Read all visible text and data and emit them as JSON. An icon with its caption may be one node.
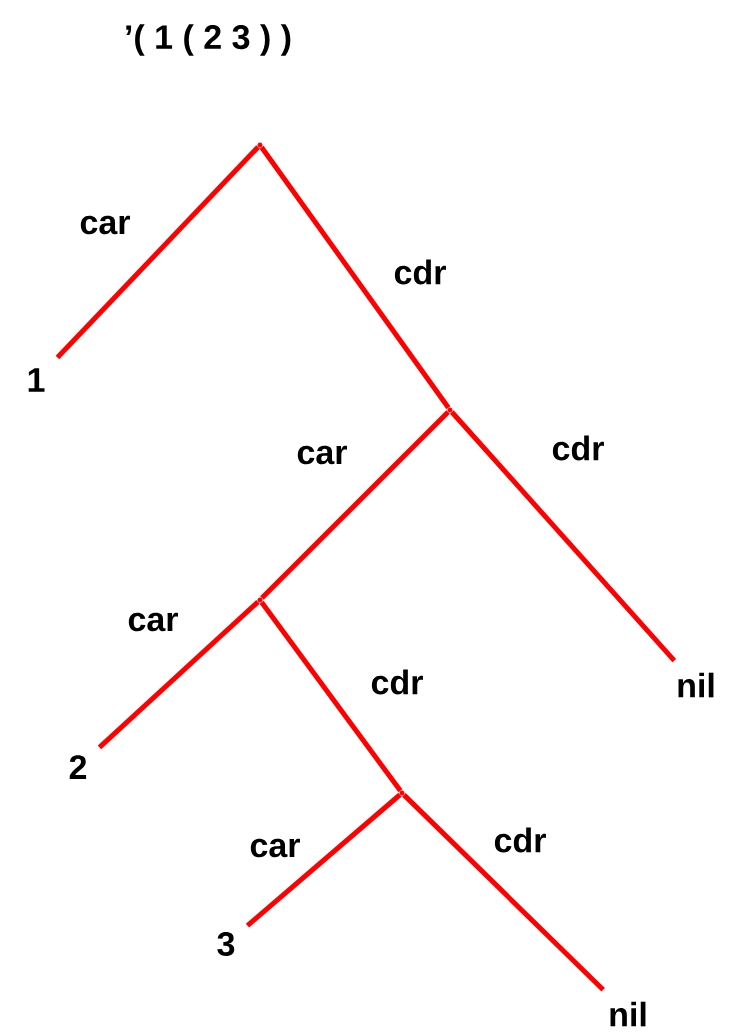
{
  "diagram": {
    "title": "’( 1 ( 2 3 ) )",
    "nodes": [
      {
        "text": [],
        "shape": "point"
      },
      {
        "text": [
          "1"
        ]
      },
      {
        "text": [],
        "shape": "point"
      },
      {
        "text": [],
        "shape": "point"
      },
      {
        "text": [
          "nil"
        ]
      },
      {
        "text": [
          "2"
        ]
      },
      {
        "text": [],
        "shape": "point"
      },
      {
        "text": [
          "3"
        ]
      },
      {
        "text": [
          "nil"
        ]
      }
    ],
    "edges": [
      {
        "from": 0,
        "to": 1,
        "arrow": "none",
        "label": "car"
      },
      {
        "from": 0,
        "to": 2,
        "arrow": "none",
        "label": "cdr"
      },
      {
        "from": 2,
        "to": 3,
        "arrow": "none",
        "label": "car"
      },
      {
        "from": 2,
        "to": 4,
        "arrow": "none",
        "label": "cdr"
      },
      {
        "from": 3,
        "to": 5,
        "arrow": "none",
        "label": "car"
      },
      {
        "from": 3,
        "to": 6,
        "arrow": "none",
        "label": "cdr"
      },
      {
        "from": 6,
        "to": 7,
        "arrow": "none",
        "label": "car"
      },
      {
        "from": 6,
        "to": 8,
        "arrow": "none",
        "label": "cdr"
      }
    ]
  }
}
